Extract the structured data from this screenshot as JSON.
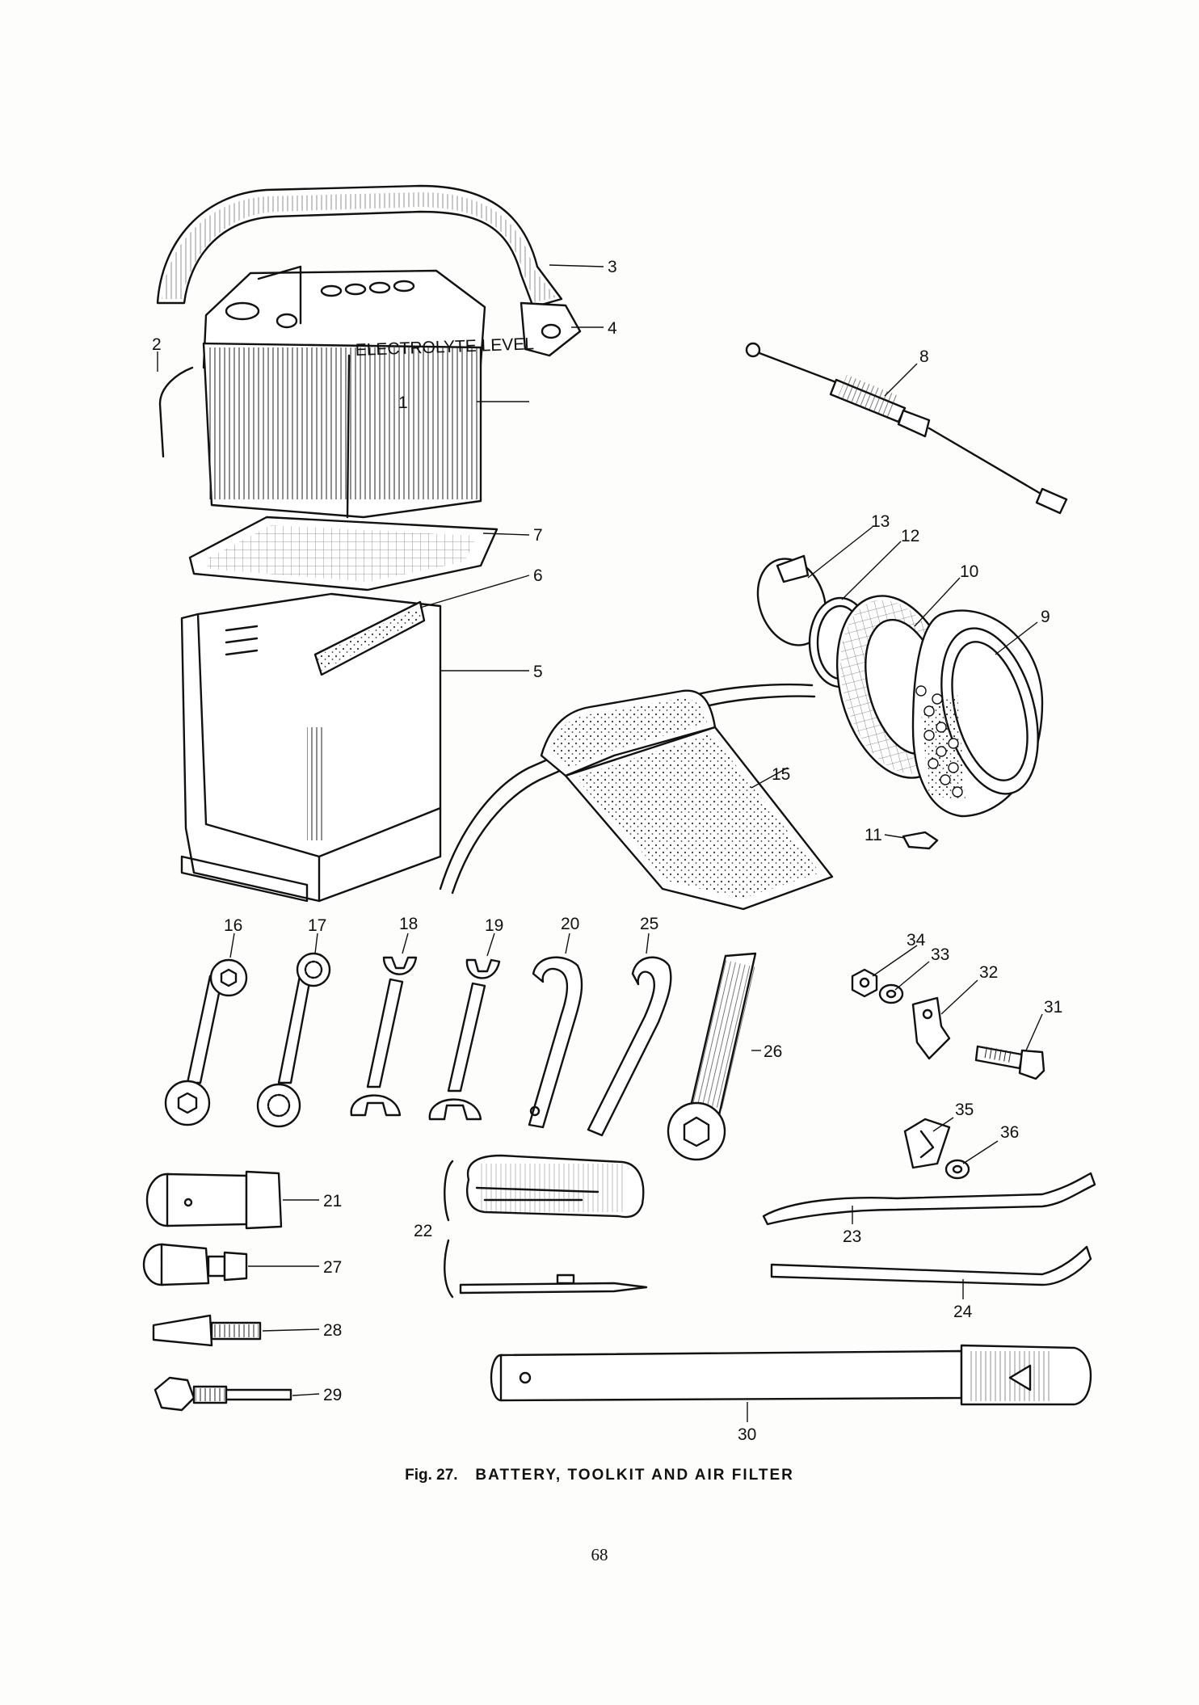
{
  "figure": {
    "caption_prefix": "Fig. 27.",
    "caption_title": "BATTERY, TOOLKIT AND AIR FILTER",
    "page_number": "68"
  },
  "callouts": [
    "1",
    "2",
    "3",
    "4",
    "5",
    "6",
    "7",
    "8",
    "9",
    "10",
    "11",
    "12",
    "13",
    "15",
    "16",
    "17",
    "18",
    "19",
    "20",
    "25",
    "26",
    "21",
    "22",
    "23",
    "24",
    "27",
    "28",
    "29",
    "30",
    "31",
    "32",
    "33",
    "34",
    "35",
    "36"
  ],
  "battery_marking": "ELECTROLYTE LEVEL"
}
